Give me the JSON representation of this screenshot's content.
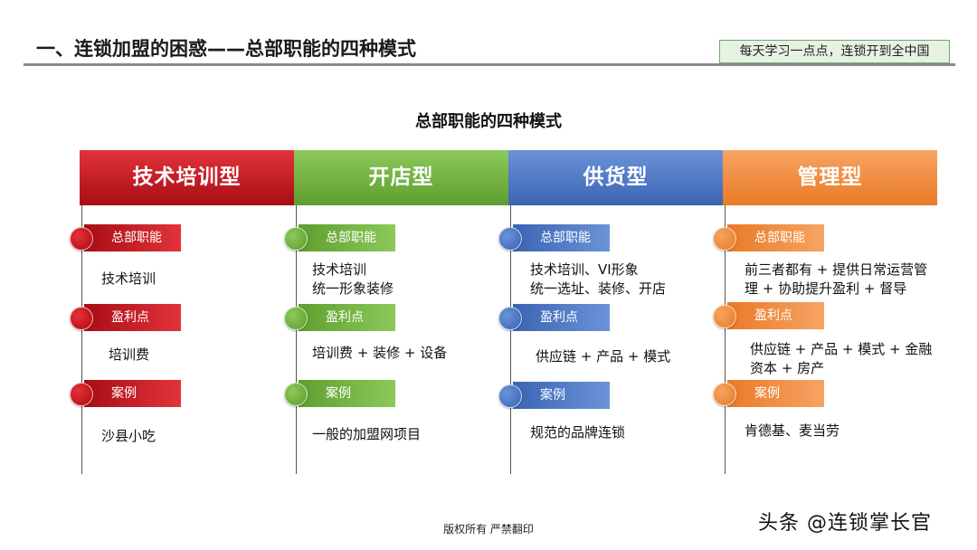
{
  "header": {
    "title": "一、连锁加盟的困惑——总部职能的四种模式",
    "slogan": "每天学习一点点，连锁开到全中国"
  },
  "diagram": {
    "title": "总部职能的四种模式",
    "columns": [
      {
        "name": "技术培训型",
        "color": "#c8171f",
        "header_gradient": [
          "#e2333a",
          "#a80d14"
        ],
        "labels": [
          "总部职能",
          "盈利点",
          "案例"
        ],
        "function_lines": [
          "技术培训"
        ],
        "profit_lines": [
          "培训费"
        ],
        "case_lines": [
          "沙县小吃"
        ]
      },
      {
        "name": "开店型",
        "color": "#6fae3e",
        "header_gradient": [
          "#8cc95a",
          "#5e9e2f"
        ],
        "labels": [
          "总部职能",
          "盈利点",
          "案例"
        ],
        "function_lines": [
          "技术培训",
          "统一形象装修"
        ],
        "profit_lines": [
          "培训费 + 装修 + 设备"
        ],
        "case_lines": [
          "一般的加盟网项目"
        ]
      },
      {
        "name": "供货型",
        "color": "#4a76c4",
        "header_gradient": [
          "#6b93d8",
          "#3a64b3"
        ],
        "labels": [
          "总部职能",
          "盈利点",
          "案例"
        ],
        "function_lines": [
          "技术培训、VI形象",
          "统一选址、装修、开店"
        ],
        "profit_lines": [
          "供应链 + 产品 + 模式"
        ],
        "case_lines": [
          "规范的品牌连锁"
        ]
      },
      {
        "name": "管理型",
        "color": "#ee8a3a",
        "header_gradient": [
          "#f6a463",
          "#e97a27"
        ],
        "labels": [
          "总部职能",
          "盈利点",
          "案例"
        ],
        "function_lines": [
          "前三者都有 + 提供日常运营管",
          "理 + 协助提升盈利 + 督导"
        ],
        "profit_lines": [
          "供应链 + 产品 + 模式 + 金融",
          "资本 + 房产"
        ],
        "case_lines": [
          "肯德基、麦当劳"
        ]
      }
    ]
  },
  "footer": {
    "copyright": "版权所有  严禁翻印"
  },
  "watermark": {
    "text": "头条 @连锁掌长官"
  }
}
